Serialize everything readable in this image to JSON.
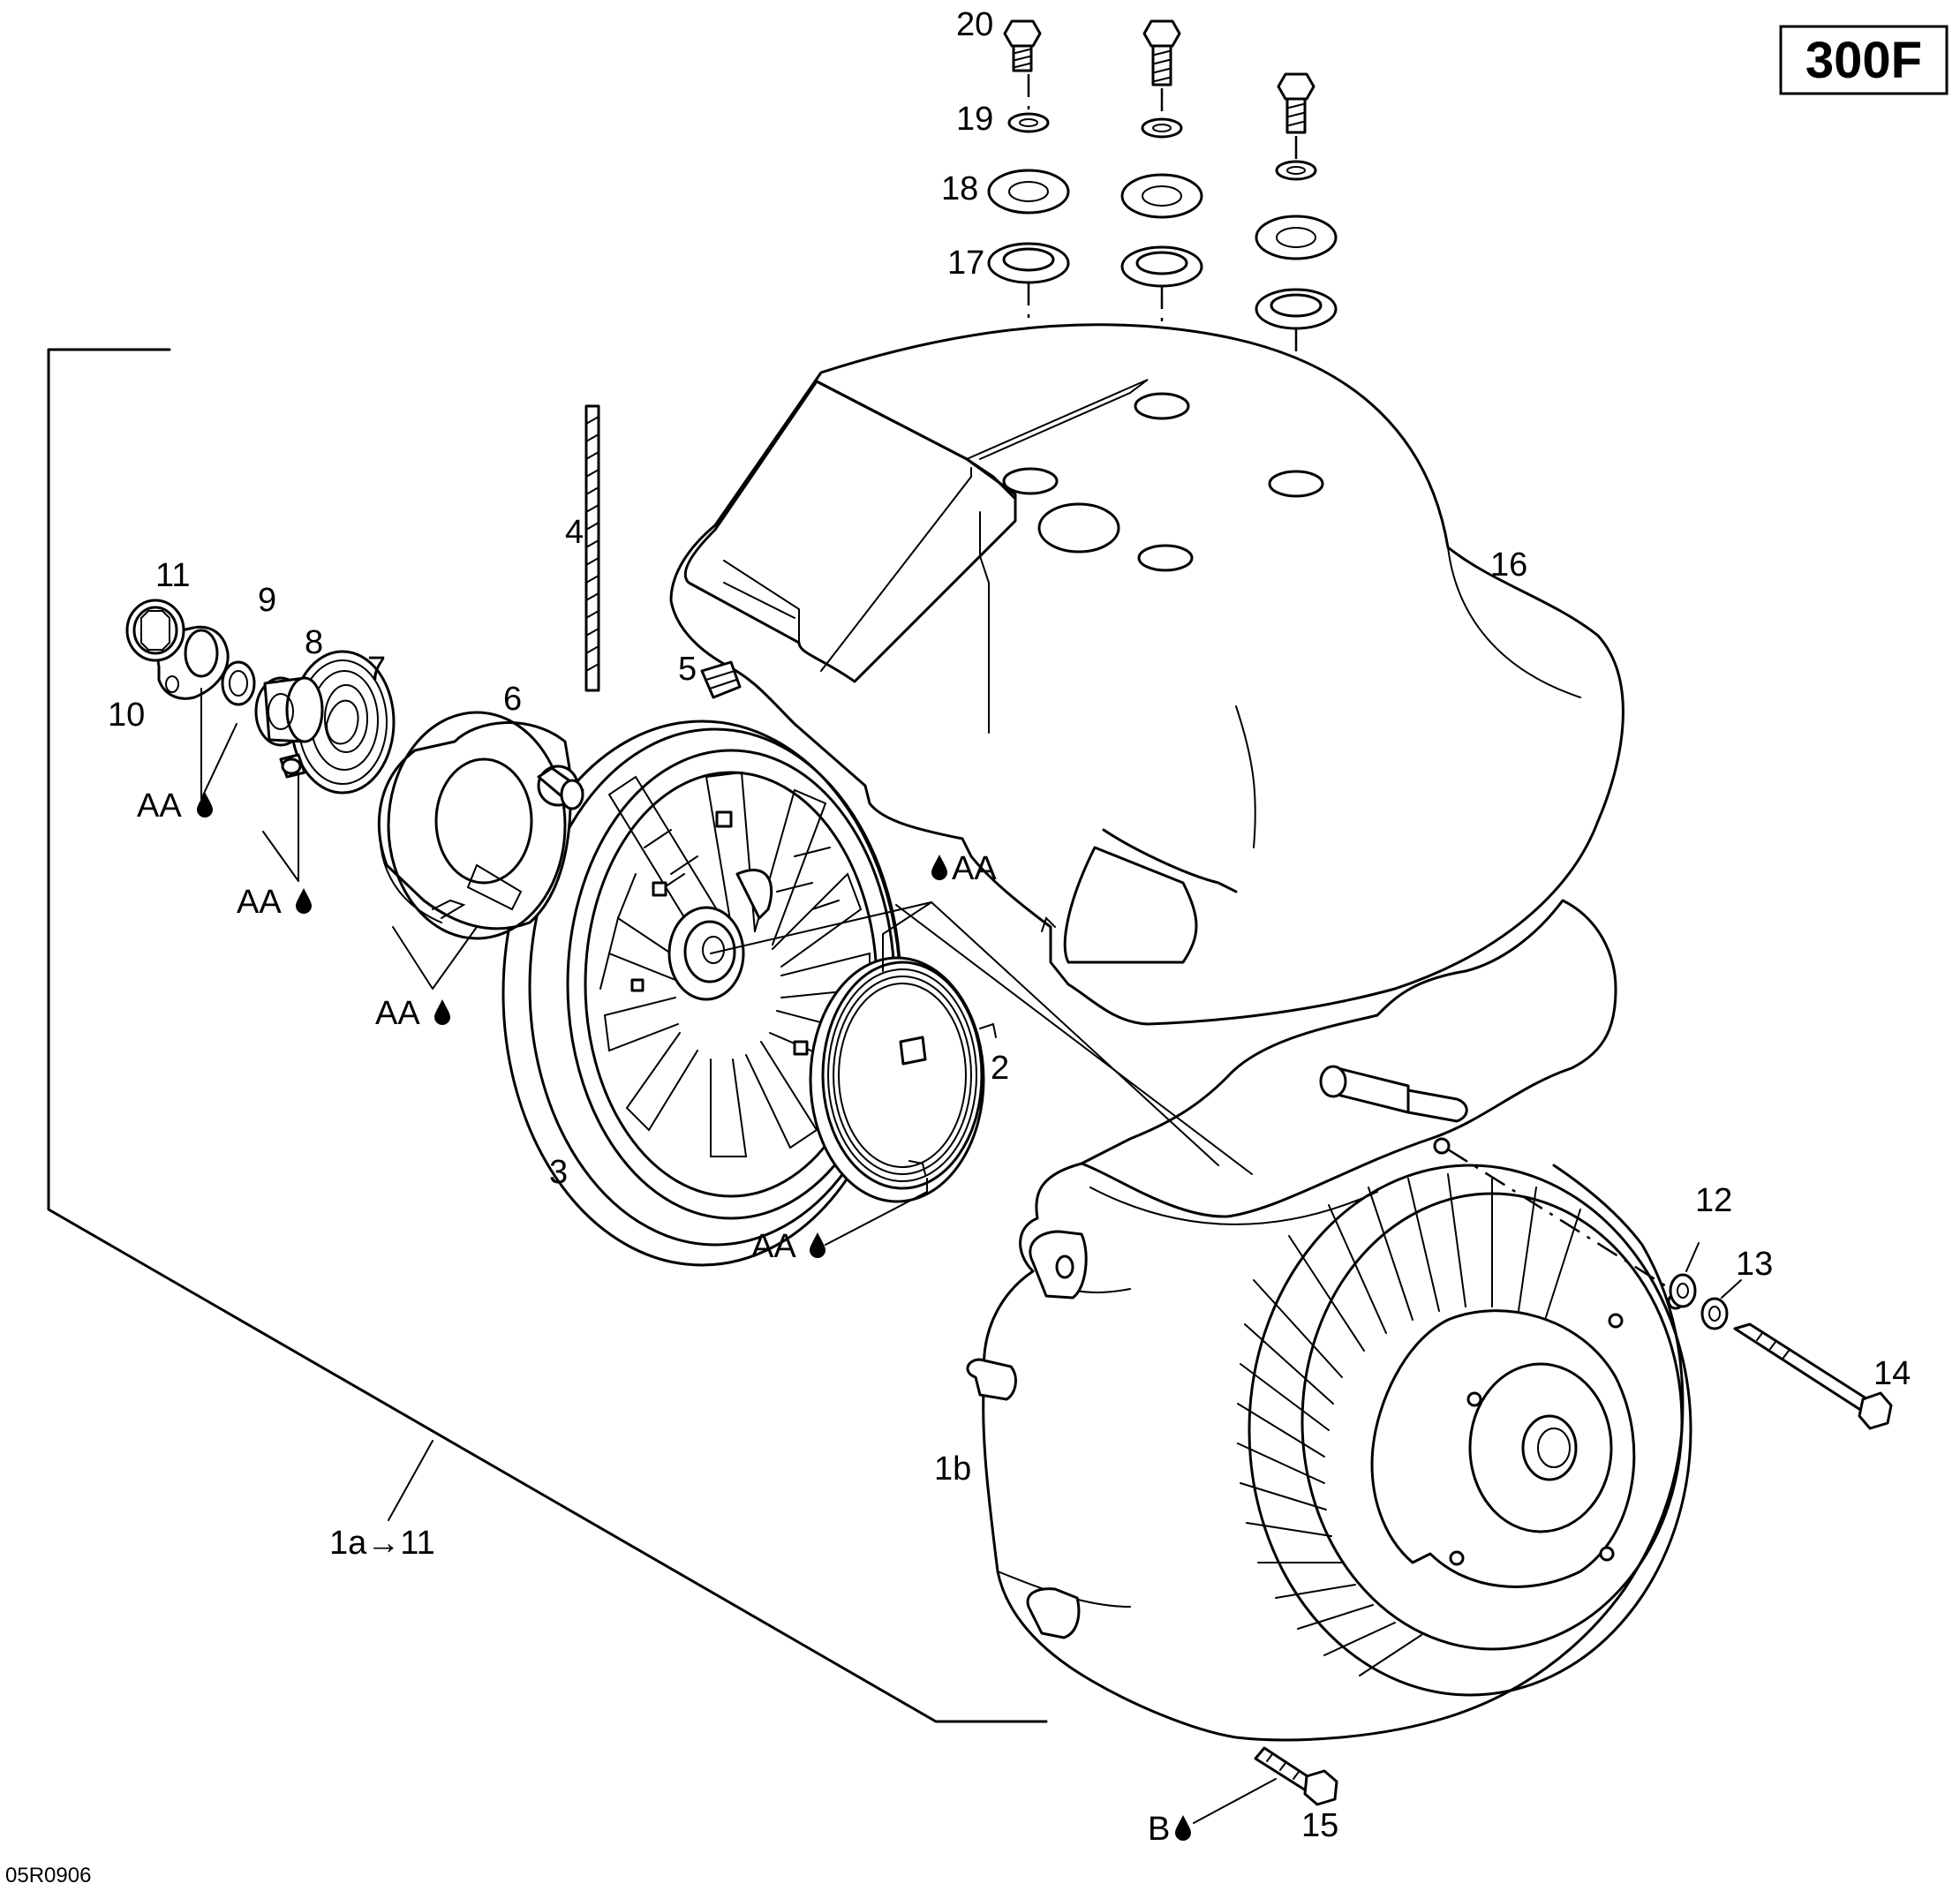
{
  "badge": "300F",
  "drawing_code": "05R0906",
  "callouts": {
    "p1b": "1b",
    "p2": "2",
    "p3": "3",
    "p4": "4",
    "p5": "5",
    "p6": "6",
    "p7": "7",
    "p8": "8",
    "p9": "9",
    "p10": "10",
    "p11": "11",
    "p12": "12",
    "p13": "13",
    "p14": "14",
    "p15": "15",
    "p16": "16",
    "p17": "17",
    "p18": "18",
    "p19": "19",
    "p20": "20",
    "assembly": "1a→11"
  },
  "lubricants": {
    "aa": "AA",
    "b": "B"
  }
}
